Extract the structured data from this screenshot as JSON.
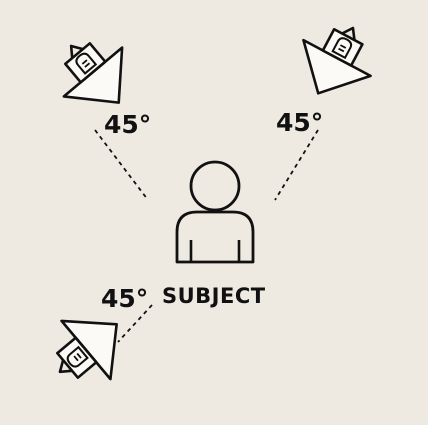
{
  "diagram": {
    "subject_label": "SUBJECT",
    "angle_labels": [
      "45°",
      "45°",
      "45°"
    ],
    "icons": [
      "light-fixture-icon",
      "light-fixture-icon",
      "light-fixture-icon",
      "person-icon"
    ],
    "colors": {
      "background": "#EEEAE1",
      "stroke": "#111111",
      "fill": "#FBFAF6"
    }
  }
}
